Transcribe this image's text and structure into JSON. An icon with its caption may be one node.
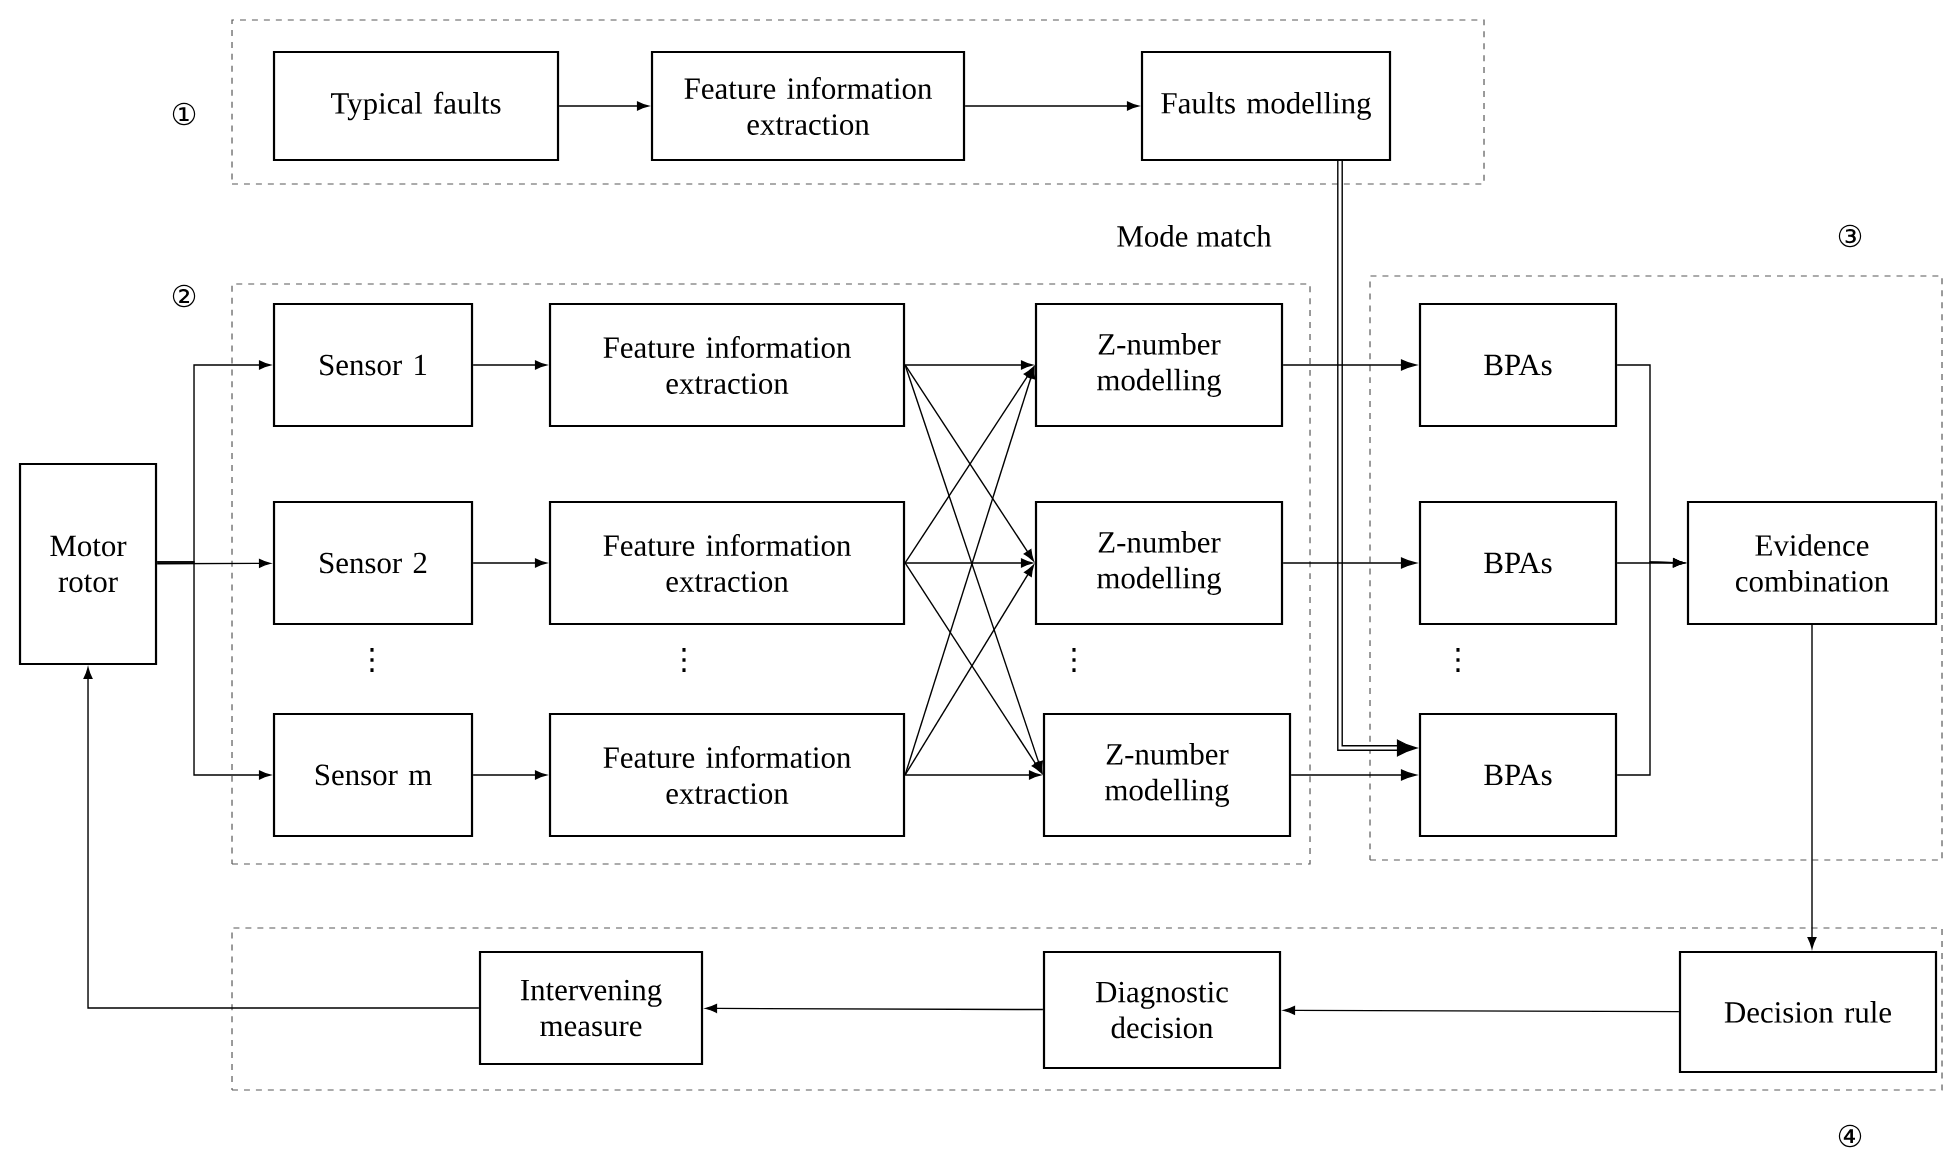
{
  "diagram": {
    "nodes": [
      {
        "text": [
          "①"
        ]
      },
      {
        "text": [
          "Typical faults"
        ],
        "in": 0
      },
      {
        "text": [
          "Feature information extraction"
        ],
        "in": 0
      },
      {
        "text": [
          "Faults modelling"
        ],
        "in": 0
      },
      {
        "text": [
          "②"
        ]
      },
      {
        "text": [
          "Sensor 1"
        ],
        "in": 4
      },
      {
        "text": [
          "Sensor 2"
        ],
        "in": 4
      },
      {
        "text": [
          "Sensor m"
        ],
        "in": 4
      },
      {
        "text": [
          "Feature information extraction"
        ],
        "in": 4
      },
      {
        "text": [
          "Feature information extraction"
        ],
        "in": 4
      },
      {
        "text": [
          "Feature information extraction"
        ],
        "in": 4
      },
      {
        "text": [
          "Z-number modelling"
        ],
        "in": 4
      },
      {
        "text": [
          "Z-number modelling"
        ],
        "in": 4
      },
      {
        "text": [
          "Z-number modelling"
        ],
        "in": 4
      },
      {
        "text": [
          "③"
        ]
      },
      {
        "text": [
          "BPAs"
        ],
        "in": 14
      },
      {
        "text": [
          "BPAs"
        ],
        "in": 14
      },
      {
        "text": [
          "BPAs"
        ],
        "in": 14
      },
      {
        "text": [
          "Evidence combination"
        ],
        "in": 14
      },
      {
        "text": [
          "④"
        ]
      },
      {
        "text": [
          "Decision rule"
        ],
        "in": 19
      },
      {
        "text": [
          "Diagnostic decision"
        ],
        "in": 19
      },
      {
        "text": [
          "Intervening measure"
        ],
        "in": 19
      },
      {
        "text": [
          "Motor rotor"
        ]
      }
    ],
    "edges": [
      {
        "from": 1,
        "to": 2,
        "arrow": "to"
      },
      {
        "from": 2,
        "to": 3,
        "arrow": "to"
      },
      {
        "from": 3,
        "to": 17,
        "arrow": "to",
        "label": "Mode match",
        "style": "thick"
      },
      {
        "from": 23,
        "to": 5,
        "arrow": "to"
      },
      {
        "from": 23,
        "to": 6,
        "arrow": "to"
      },
      {
        "from": 23,
        "to": 7,
        "arrow": "to"
      },
      {
        "from": 5,
        "to": 8,
        "arrow": "to"
      },
      {
        "from": 6,
        "to": 9,
        "arrow": "to"
      },
      {
        "from": 7,
        "to": 10,
        "arrow": "to"
      },
      {
        "from": 8,
        "to": 11,
        "arrow": "to"
      },
      {
        "from": 8,
        "to": 12,
        "arrow": "to"
      },
      {
        "from": 8,
        "to": 13,
        "arrow": "to"
      },
      {
        "from": 9,
        "to": 11,
        "arrow": "to"
      },
      {
        "from": 9,
        "to": 12,
        "arrow": "to"
      },
      {
        "from": 9,
        "to": 13,
        "arrow": "to"
      },
      {
        "from": 10,
        "to": 11,
        "arrow": "to"
      },
      {
        "from": 10,
        "to": 12,
        "arrow": "to"
      },
      {
        "from": 10,
        "to": 13,
        "arrow": "to"
      },
      {
        "from": 11,
        "to": 15,
        "arrow": "to"
      },
      {
        "from": 12,
        "to": 16,
        "arrow": "to"
      },
      {
        "from": 13,
        "to": 17,
        "arrow": "to"
      },
      {
        "from": 15,
        "to": 18,
        "arrow": "to"
      },
      {
        "from": 16,
        "to": 18,
        "arrow": "to"
      },
      {
        "from": 17,
        "to": 18,
        "arrow": "to"
      },
      {
        "from": 18,
        "to": 20,
        "arrow": "to"
      },
      {
        "from": 20,
        "to": 21,
        "arrow": "to"
      },
      {
        "from": 21,
        "to": 22,
        "arrow": "to"
      },
      {
        "from": 22,
        "to": 23,
        "arrow": "to"
      }
    ],
    "labels": [
      "⋮",
      "⋮",
      "⋮",
      "⋮"
    ]
  }
}
